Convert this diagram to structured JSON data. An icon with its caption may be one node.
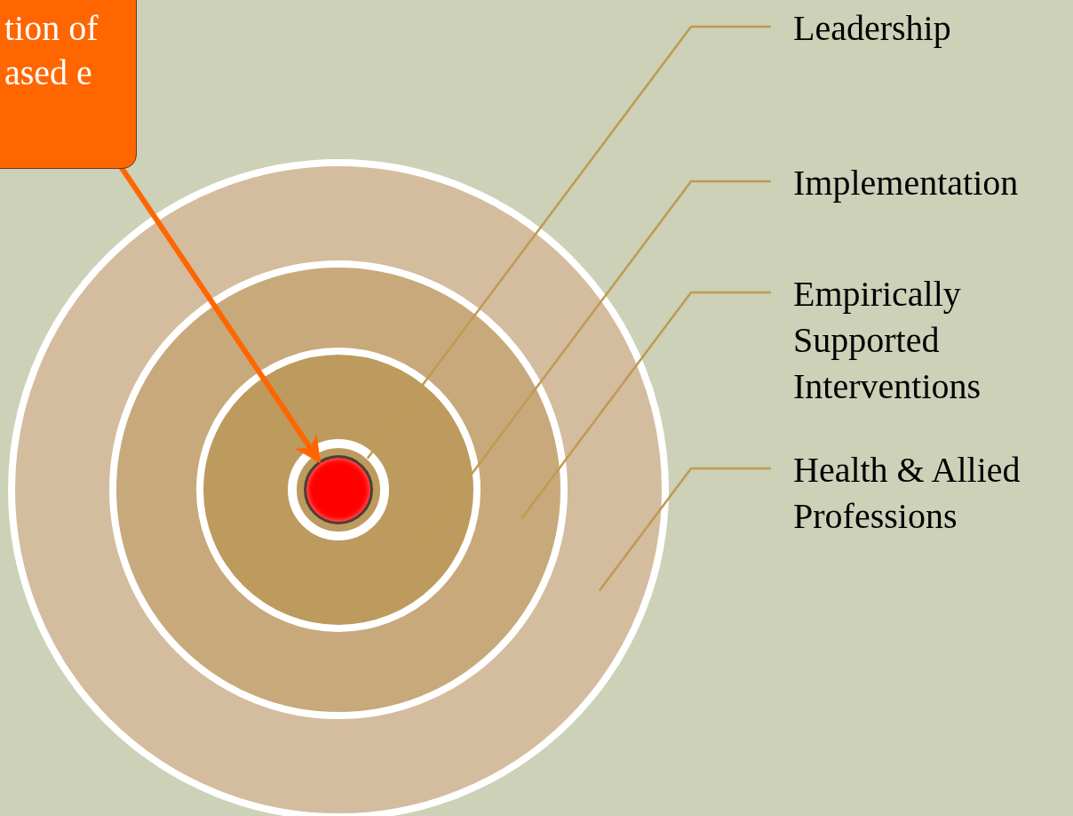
{
  "diagram": {
    "nodes": [
      {
        "text": [
          "tion of ased e"
        ]
      },
      {
        "text": [
          "Leadership"
        ]
      },
      {
        "text": [
          "Implementation"
        ]
      },
      {
        "text": [
          "Empirically Supported Interventions"
        ]
      },
      {
        "text": [
          "Health & Allied Professions"
        ]
      },
      {
        "text": [],
        "shape": "circle"
      },
      {
        "text": [],
        "shape": "circle",
        "in": 5
      },
      {
        "text": [],
        "shape": "circle",
        "in": 6
      },
      {
        "text": [],
        "shape": "circle",
        "in": 7
      },
      {
        "text": [],
        "shape": "circle",
        "in": 8
      }
    ],
    "edges": [
      {
        "from": 0,
        "to": 9,
        "arrow": "to",
        "style": "thick",
        "color": "#ff6600"
      },
      {
        "from": 1,
        "to": 8,
        "arrow": "none"
      },
      {
        "from": 2,
        "to": 7,
        "arrow": "none"
      },
      {
        "from": 3,
        "to": 6,
        "arrow": "none"
      },
      {
        "from": 4,
        "to": 5,
        "arrow": "none"
      }
    ]
  }
}
